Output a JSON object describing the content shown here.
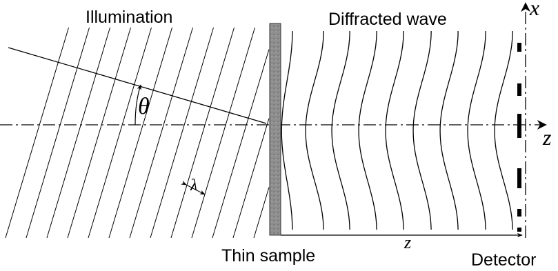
{
  "labels": {
    "illumination": "Illumination",
    "diffracted_wave": "Diffracted wave",
    "thin_sample": "Thin sample",
    "detector": "Detector"
  },
  "symbols": {
    "x_axis": "x",
    "z_axis": "z",
    "theta": "θ",
    "lambda": "λ",
    "z_distance": "z"
  },
  "colors": {
    "line": "#000000",
    "sample_fill": "#8a8a8a",
    "sample_edge": "#333333"
  }
}
